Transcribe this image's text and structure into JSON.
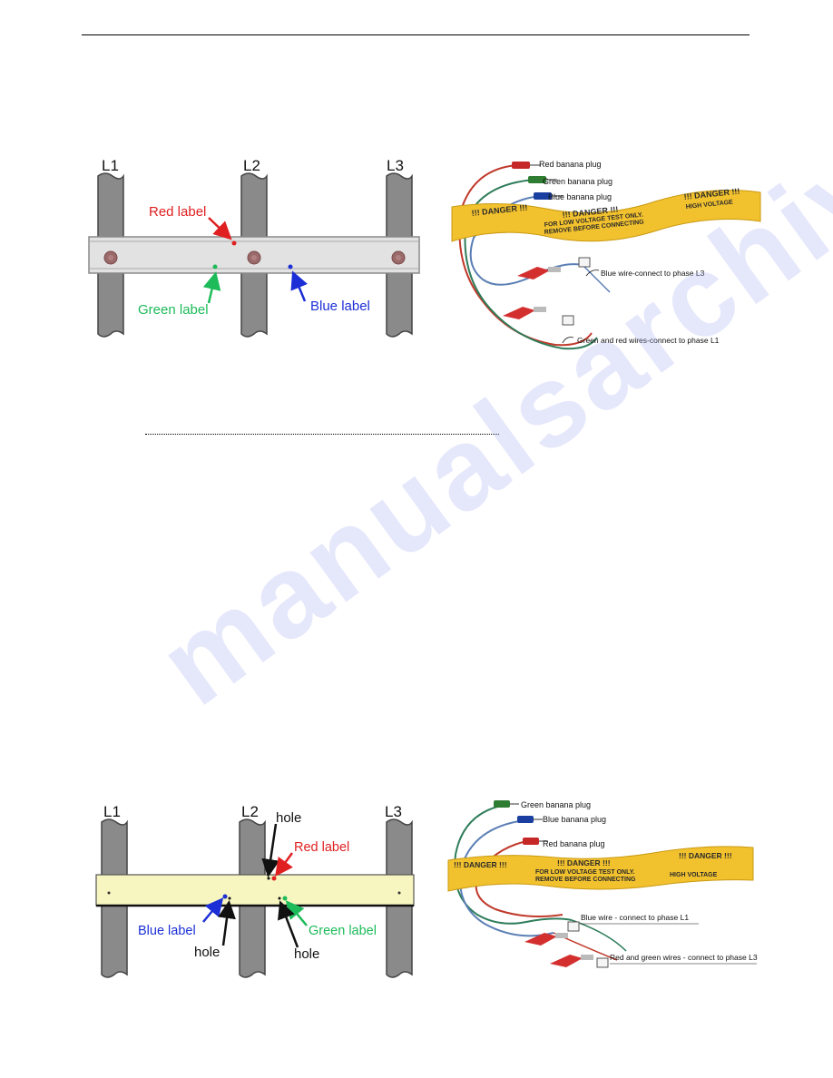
{
  "watermark": "manualsarchive.com",
  "figure_top_left": {
    "column_labels": [
      "L1",
      "L2",
      "L3"
    ],
    "red_label": "Red label",
    "green_label": "Green label",
    "blue_label": "Blue label"
  },
  "figure_top_right": {
    "red_plug": "Red banana plug",
    "green_plug": "Green banana plug",
    "blue_plug": "Blue banana plug",
    "blue_wire": "Blue wire-connect to phase L3",
    "green_red_wires": "Green and red wires-connect to phase L1",
    "tape_danger": "!!! DANGER !!!",
    "tape_line1": "FOR LOW VOLTAGE TEST ONLY.",
    "tape_line2": "REMOVE BEFORE CONNECTING",
    "tape_line3": "HIGH VOLTAGE"
  },
  "figure_bottom_left": {
    "column_labels": [
      "L1",
      "L2",
      "L3"
    ],
    "hole": "hole",
    "red_label": "Red label",
    "blue_label": "Blue label",
    "green_label": "Green label"
  },
  "figure_bottom_right": {
    "green_plug": "Green banana plug",
    "blue_plug": "Blue banana plug",
    "red_plug": "Red banana plug",
    "blue_wire": "Blue wire - connect to phase L1",
    "red_green_wires": "Red and green wires - connect to phase L3",
    "tape_danger": "!!! DANGER !!!",
    "tape_line1": "FOR LOW VOLTAGE TEST ONLY.",
    "tape_line2": "REMOVE BEFORE CONNECTING",
    "tape_line3": "HIGH VOLTAGE"
  }
}
